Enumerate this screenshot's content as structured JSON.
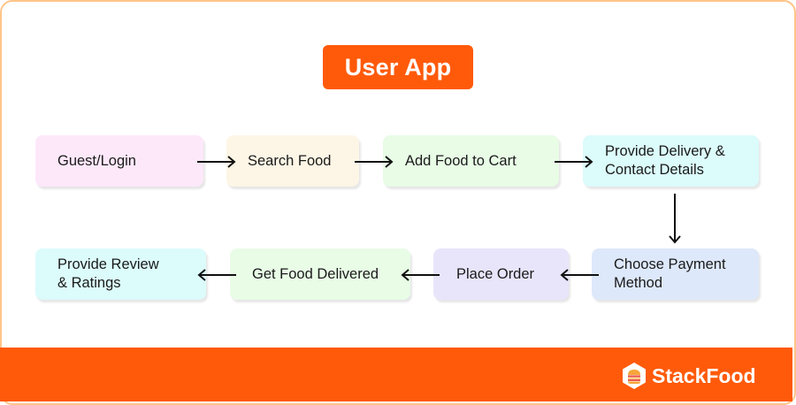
{
  "title": "User App",
  "colors": {
    "accent": "#ff5a0a",
    "frame_border": "#ffc58a"
  },
  "flow": {
    "row1": [
      {
        "id": "guest-login",
        "label": "Guest/Login",
        "bg": "#fde8fa"
      },
      {
        "id": "search-food",
        "label": "Search Food",
        "bg": "#fdf6e6"
      },
      {
        "id": "add-food-to-cart",
        "label": "Add Food to Cart",
        "bg": "#e8fce6"
      },
      {
        "id": "provide-delivery-contact",
        "label": "Provide Delivery &\nContact Details",
        "bg": "#dcfbfb"
      }
    ],
    "row2": [
      {
        "id": "choose-payment",
        "label": "Choose Payment\nMethod",
        "bg": "#dde8fb"
      },
      {
        "id": "place-order",
        "label": "Place Order",
        "bg": "#e8e5fb"
      },
      {
        "id": "get-food-delivered",
        "label": "Get Food Delivered",
        "bg": "#e8fce6"
      },
      {
        "id": "provide-review",
        "label": "Provide Review\n& Ratings",
        "bg": "#dcfbfb"
      }
    ]
  },
  "footer": {
    "brand_name": "StackFood",
    "logo_icon": "burger-hexagon-icon"
  }
}
